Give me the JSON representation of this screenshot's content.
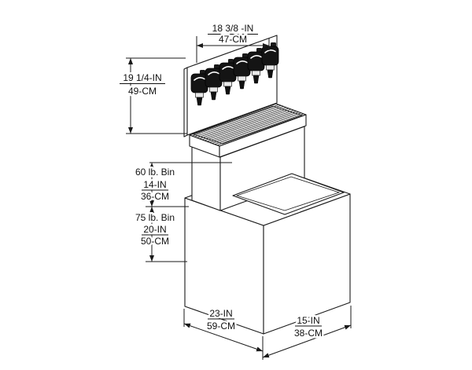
{
  "diagram": {
    "machine": {
      "valve_count": 6
    },
    "dimensions": {
      "top_width": {
        "in": "18 3/8 -IN",
        "cm": "47-CM"
      },
      "tower_height": {
        "in": "19 1/4-IN",
        "cm": "49-CM"
      },
      "bin_60": {
        "label": "60 lb. Bin",
        "in": "14-IN",
        "cm": "36-CM"
      },
      "bin_75": {
        "label": "75 lb. Bin",
        "in": "20-IN",
        "cm": "50-CM"
      },
      "base_width": {
        "in": "23-IN",
        "cm": "59-CM"
      },
      "base_depth": {
        "in": "15-IN",
        "cm": "38-CM"
      }
    },
    "colors": {
      "line": "#1a1a1a",
      "valve_body": "#141414",
      "background": "#ffffff"
    }
  }
}
